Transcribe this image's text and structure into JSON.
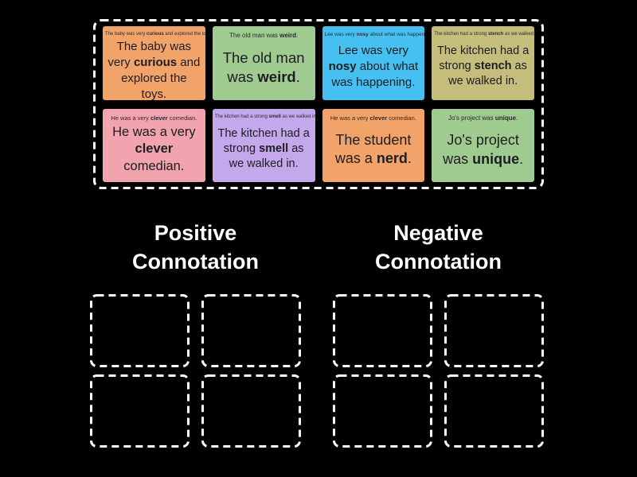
{
  "activity": {
    "type_label": "group-sort",
    "background_color": "#000000",
    "dash_border_color": "#ffffff",
    "card_text_color": "#1d1d22",
    "heading_text_color": "#ffffff"
  },
  "cards": [
    {
      "color": "#f2a369",
      "header": {
        "pre": "The baby was very ",
        "bold": "curious",
        "post": " and explored the toys."
      },
      "main": {
        "pre": "The baby was very ",
        "bold": "curious",
        "post": " and explored the toys."
      }
    },
    {
      "color": "#9fcb91",
      "header": {
        "pre": "The old man was ",
        "bold": "weird",
        "post": "."
      },
      "main": {
        "pre": "The old man was ",
        "bold": "weird",
        "post": "."
      }
    },
    {
      "color": "#45c0f0",
      "header": {
        "pre": "Lee was very ",
        "bold": "nosy",
        "post": " about what was happening."
      },
      "main": {
        "pre": "Lee was very ",
        "bold": "nosy",
        "post": " about what was happening."
      }
    },
    {
      "color": "#c4bd7b",
      "header": {
        "pre": "The kitchen had a strong ",
        "bold": "stench",
        "post": " as we walked in."
      },
      "main": {
        "pre": "The kitchen had a strong ",
        "bold": "stench",
        "post": " as we walked in."
      }
    },
    {
      "color": "#f2a4ae",
      "header": {
        "pre": "He was a very ",
        "bold": "clever",
        "post": " comedian."
      },
      "main": {
        "pre": "He was a very ",
        "bold": "clever",
        "post": " comedian."
      }
    },
    {
      "color": "#c3a8ec",
      "header": {
        "pre": "The kitchen had a strong ",
        "bold": "smell",
        "post": " as we walked in."
      },
      "main": {
        "pre": "The kitchen had a strong ",
        "bold": "smell",
        "post": " as we walked in."
      }
    },
    {
      "color": "#f2a369",
      "header": {
        "pre": "He was a very ",
        "bold": "clever",
        "post": " comedian."
      },
      "main": {
        "pre": "The student was a ",
        "bold": "nerd",
        "post": "."
      }
    },
    {
      "color": "#9fcb91",
      "header": {
        "pre": "Jo's project was ",
        "bold": "unique",
        "post": "."
      },
      "main": {
        "pre": "Jo's project was ",
        "bold": "unique",
        "post": "."
      }
    }
  ],
  "groups": [
    {
      "label": "Positive Connotation",
      "empty_slot_count": 4
    },
    {
      "label": "Negative Connotation",
      "empty_slot_count": 4
    }
  ]
}
